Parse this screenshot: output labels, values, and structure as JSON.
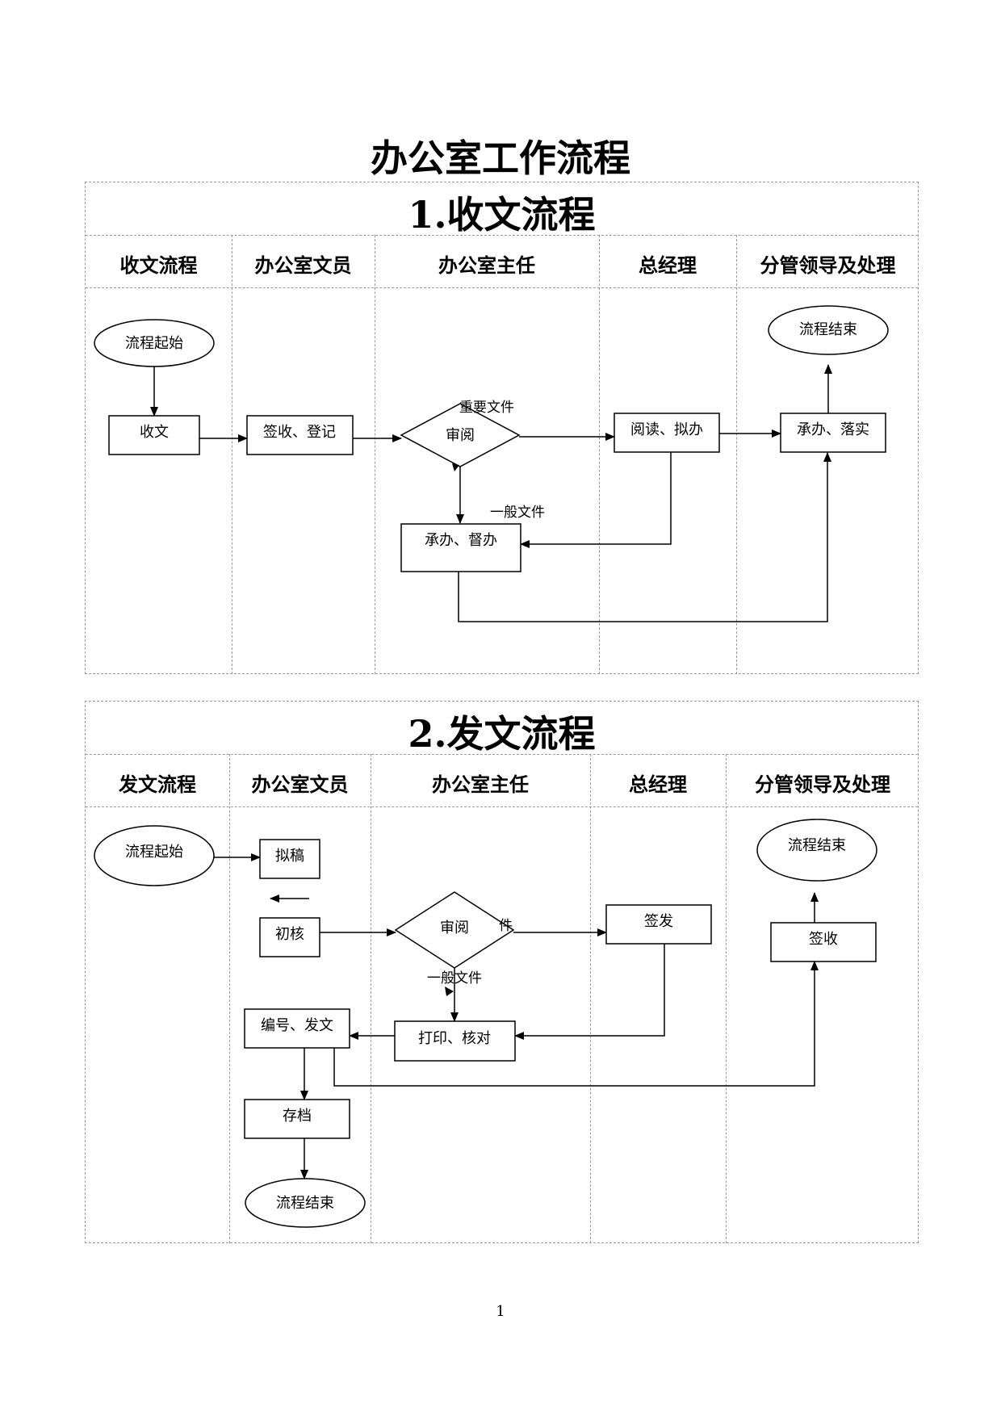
{
  "document": {
    "title": "办公室工作流程",
    "page_number": "1"
  },
  "section1": {
    "title": "1.收文流程",
    "columns": [
      "收文流程",
      "办公室文员",
      "办公室主任",
      "总经理",
      "分管领导及处理"
    ],
    "nodes": {
      "start": "流程起始",
      "receive": "收文",
      "sign_register": "签收、登记",
      "review": "审阅",
      "read_draft": "阅读、拟办",
      "undertake_implement": "承办、落实",
      "end": "流程结束",
      "undertake_supervise": "承办、督办"
    },
    "labels": {
      "important": "重要文件",
      "general": "一般文件"
    }
  },
  "section2": {
    "title": "2.发文流程",
    "columns": [
      "发文流程",
      "办公室文员",
      "办公室主任",
      "总经理",
      "分管领导及处理"
    ],
    "nodes": {
      "start": "流程起始",
      "draft": "拟稿",
      "preliminary_check": "初核",
      "review": "审阅",
      "issue": "签发",
      "end_right": "流程结束",
      "sign_receive": "签收",
      "number_send": "编号、发文",
      "print_check": "打印、核对",
      "archive": "存档",
      "end_bottom": "流程结束"
    },
    "labels": {
      "important_partial": "件",
      "general": "一般文件"
    }
  },
  "colors": {
    "line": "#000000",
    "grid": "#9a9a9a",
    "background": "#ffffff"
  }
}
